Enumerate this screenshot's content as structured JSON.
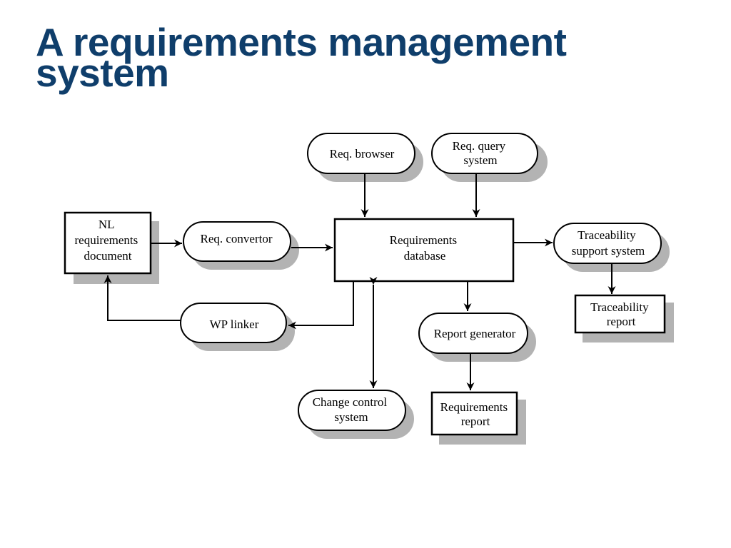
{
  "title": {
    "line1": "A requirements management",
    "line2": "system"
  },
  "diagram": {
    "nodes": {
      "nl_requirements_document": [
        "NL",
        "requirements",
        "document"
      ],
      "req_convertor": [
        "Req. convertor"
      ],
      "req_browser": [
        "Req. browser"
      ],
      "req_query_system": [
        "Req. query",
        "system"
      ],
      "requirements_database": [
        "Requirements",
        "database"
      ],
      "traceability_support_system": [
        "Traceability",
        "support system"
      ],
      "traceability_report": [
        "Traceability",
        "report"
      ],
      "wp_linker": [
        "WP linker"
      ],
      "report_generator": [
        "Report generator"
      ],
      "change_control_system": [
        "Change control",
        "system"
      ],
      "requirements_report": [
        "Requirements",
        "report"
      ]
    }
  }
}
